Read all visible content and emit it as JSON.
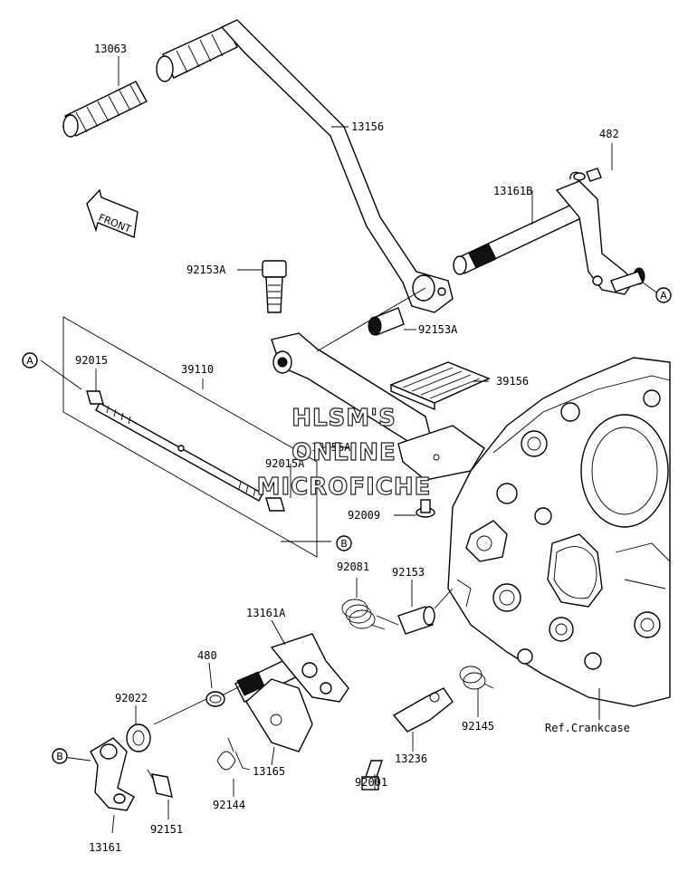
{
  "diagram": {
    "front_label": "FRONT",
    "ref_label": "Ref.Crankcase",
    "watermark": [
      "HLSM'S",
      "ONLINE",
      "MICROFICHE"
    ],
    "parts": {
      "p13063": "13063",
      "p13156": "13156",
      "p482": "482",
      "p13161B": "13161B",
      "p92153A_1": "92153A",
      "p92153A_2": "92153A",
      "p92015": "92015",
      "p39110": "39110",
      "p39156": "39156",
      "p13156A": "13156A",
      "p92015A": "92015A",
      "p92009": "92009",
      "p92081": "92081",
      "p92153": "92153",
      "p13161A": "13161A",
      "p480": "480",
      "p92022": "92022",
      "p13165": "13165",
      "p92144": "92144",
      "p92151": "92151",
      "p13161": "13161",
      "p92001": "92001",
      "p13236": "13236",
      "p92145": "92145"
    },
    "refs": {
      "A1": "A",
      "A2": "A",
      "B1": "B",
      "B2": "B"
    }
  }
}
